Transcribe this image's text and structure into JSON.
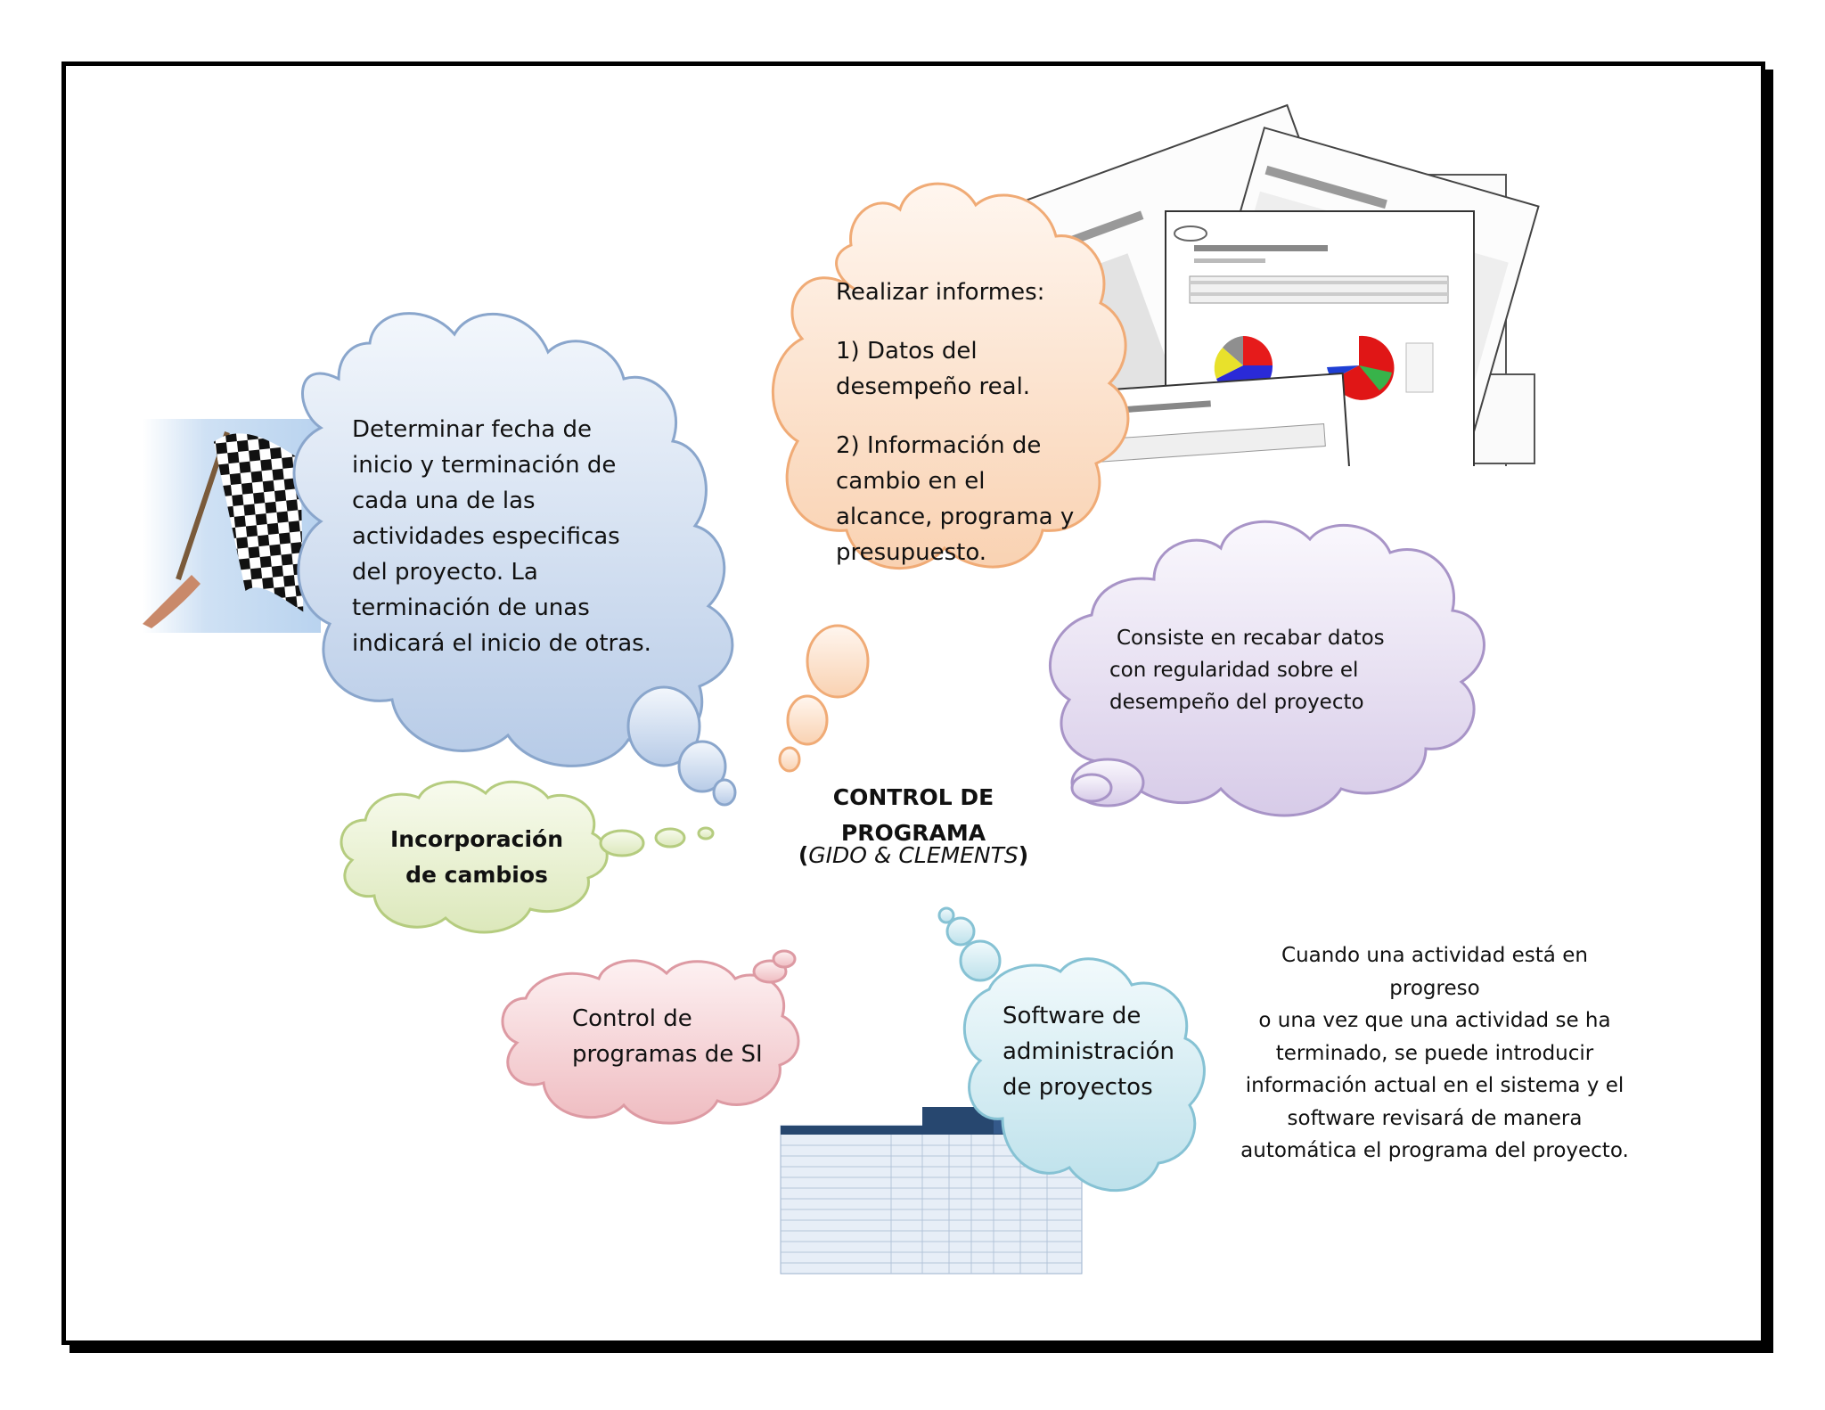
{
  "title": {
    "main": "CONTROL DE PROGRAMA",
    "paren_open": "(",
    "authors": "GIDO & CLEMENTS",
    "paren_close": ")"
  },
  "clouds": {
    "blue": {
      "lines": [
        "Determinar fecha de",
        "inicio y terminación de",
        "cada una de las",
        "actividades especificas",
        "del proyecto. La",
        "terminación de unas",
        "indicará el inicio de otras."
      ],
      "color": "#b8cde8"
    },
    "orange": {
      "heading": "Realizar informes:",
      "item1": [
        "1) Datos del",
        "desempeño real."
      ],
      "item2": [
        "2) Información de",
        "cambio en el",
        "alcance, programa y",
        "presupuesto."
      ],
      "color": "#fbd9bf"
    },
    "purple": {
      "lines": [
        "Consiste en recabar datos",
        "con regularidad sobre el",
        "desempeño del proyecto"
      ],
      "color": "#ddd3ec"
    },
    "green": {
      "lines": [
        "Incorporación",
        "de cambios"
      ],
      "color": "#e4edc8"
    },
    "pink": {
      "lines": [
        "Control de",
        "programas de SI"
      ],
      "color": "#f3c9cd"
    },
    "cyan": {
      "lines": [
        "Software de",
        "administración",
        "de proyectos"
      ],
      "color": "#c7e6ef"
    }
  },
  "note": {
    "lines": [
      "Cuando una actividad está en progreso",
      "o una vez que una actividad se ha",
      "terminado, se puede introducir",
      "información actual en el sistema y el",
      "software revisará de manera",
      "automática el programa del proyecto."
    ]
  }
}
